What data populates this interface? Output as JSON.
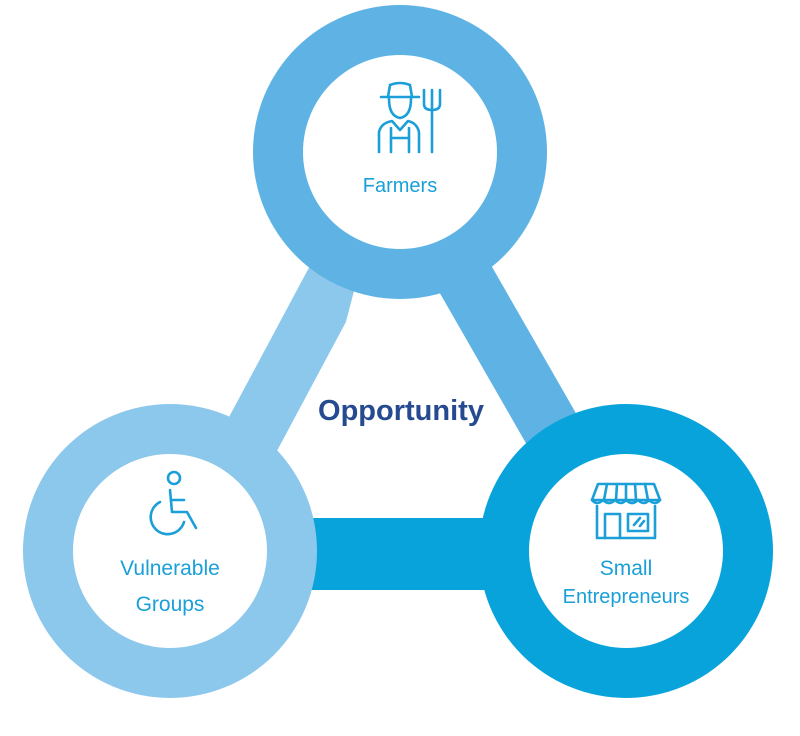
{
  "diagram": {
    "center_label": "Opportunity",
    "nodes": {
      "farmers": {
        "label": "Farmers",
        "icon": "farmer-icon"
      },
      "vulnerable": {
        "label_line1": "Vulnerable",
        "label_line2": "Groups",
        "icon": "wheelchair-icon"
      },
      "entrepreneurs": {
        "label_line1": "Small",
        "label_line2": "Entrepreneurs",
        "icon": "storefront-icon"
      }
    },
    "colors": {
      "ring_farmers": "#5eb3e4",
      "ring_vulnerable": "#8cc7ec",
      "ring_entrepreneurs": "#09a3dc",
      "bar_left": "#8cc7ec",
      "bar_right": "#5eb3e4",
      "bar_bottom": "#09a3dc",
      "label_text": "#1a9fd8",
      "center_text": "#254a8f",
      "icon_stroke": "#1a9fd8"
    }
  }
}
